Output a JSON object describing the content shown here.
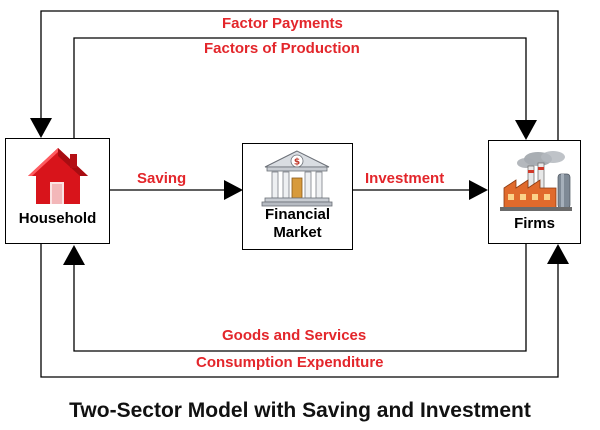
{
  "title": "Two-Sector Model with Saving and Investment",
  "nodes": {
    "household": {
      "label": "Household",
      "icon": "house-icon"
    },
    "financial_market": {
      "label_line1": "Financial",
      "label_line2": "Market",
      "icon": "bank-icon"
    },
    "firms": {
      "label": "Firms",
      "icon": "factory-icon"
    }
  },
  "flows": {
    "factor_payments": "Factor Payments",
    "factors_of_production": "Factors of Production",
    "saving": "Saving",
    "investment": "Investment",
    "goods_and_services": "Goods and Services",
    "consumption_expenditure": "Consumption Expenditure"
  },
  "colors": {
    "flow_label": "#e3262b",
    "lines": "#000000",
    "house": "#d8141b",
    "bank_sign": "#c0392b"
  }
}
